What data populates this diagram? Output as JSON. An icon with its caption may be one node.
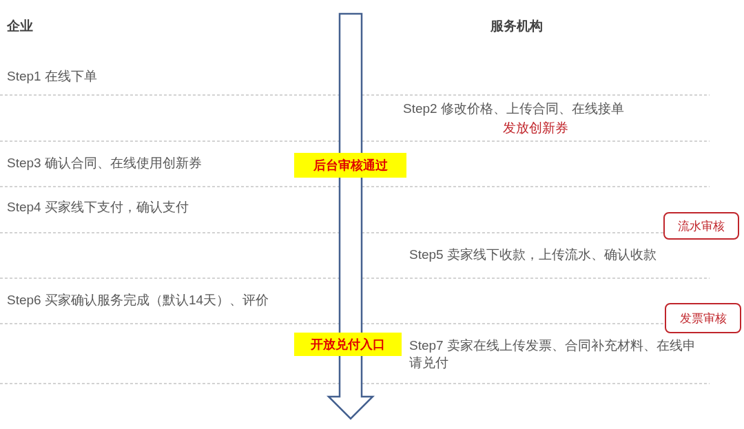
{
  "diagram": {
    "nodes": [
      {
        "text": [
          "后台审核通过"
        ]
      },
      {
        "text": [
          "流水审核"
        ]
      },
      {
        "text": [
          "发票审核"
        ]
      },
      {
        "text": [
          "开放兑付入口"
        ]
      }
    ],
    "labels": [
      "企业",
      "服务机构",
      "Step1 在线下单",
      "Step2 修改价格、上传合同、在线接单",
      "发放创新券",
      "Step3 确认合同、在线使用创新券",
      "Step4 买家线下支付，确认支付",
      "Step5 卖家线下收款，上传流水、确认收款",
      "Step6 买家确认服务完成（默认14天）、评价",
      "Step7 卖家在线上传发票、合同补充材料、在线申请兑付"
    ]
  }
}
